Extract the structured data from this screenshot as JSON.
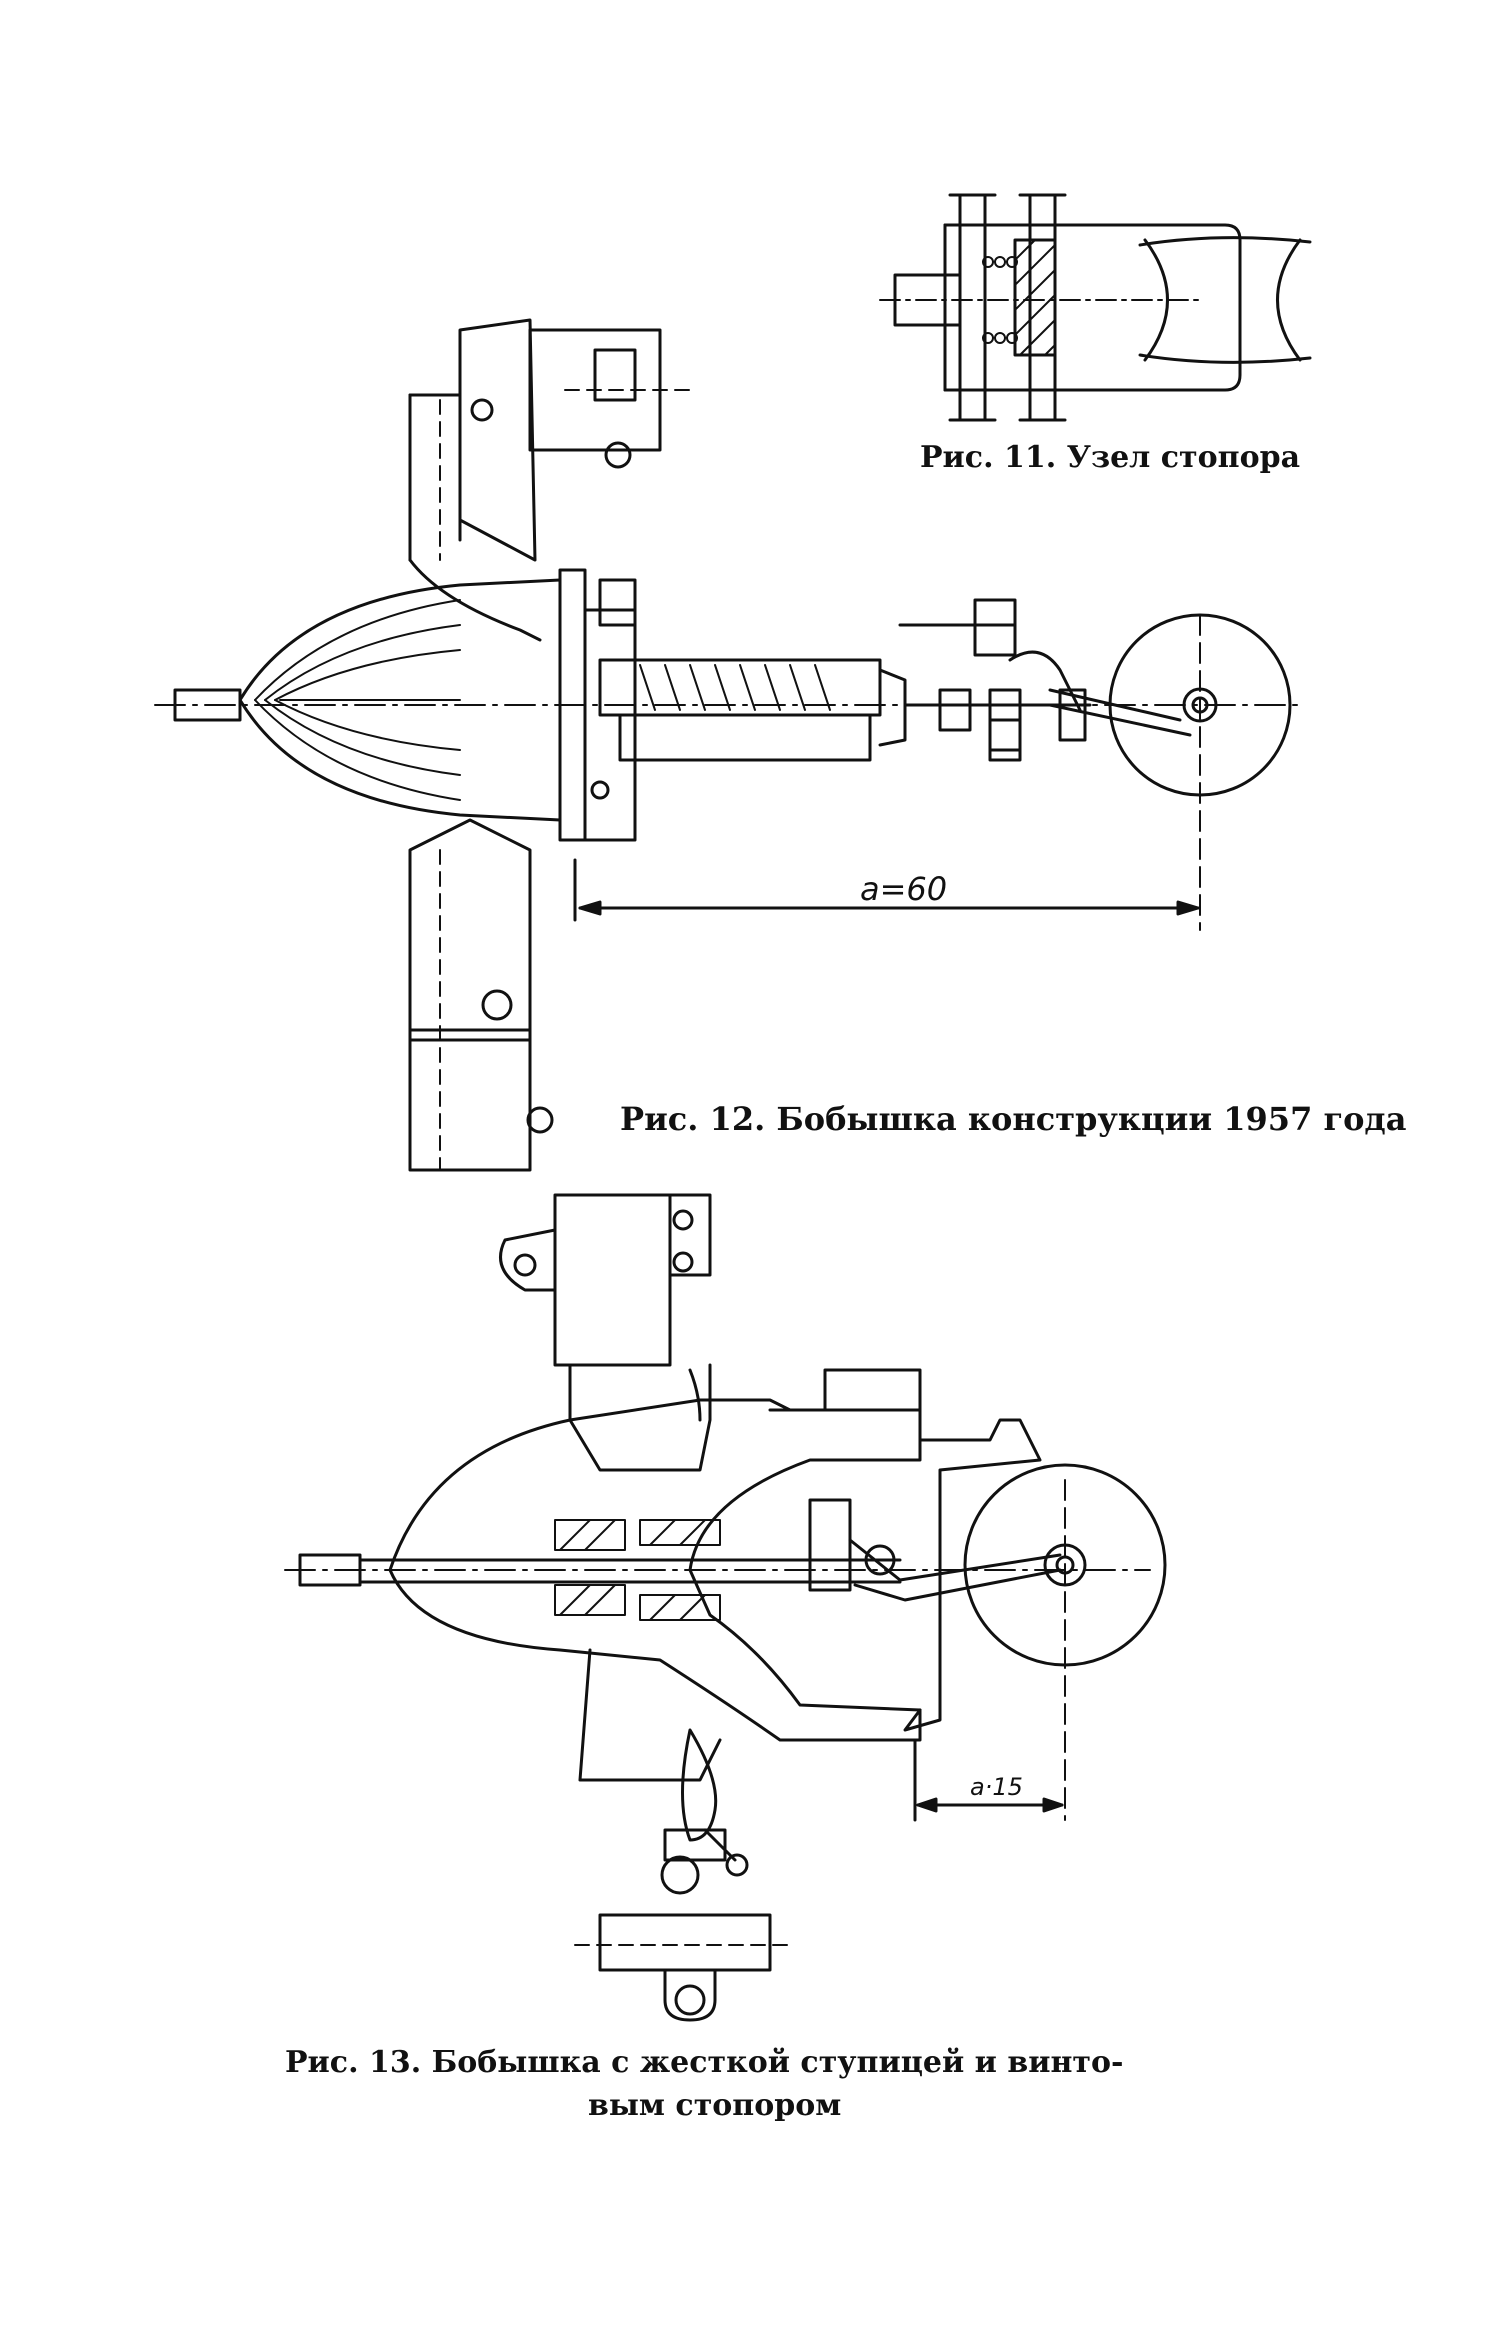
{
  "figures": {
    "fig11": {
      "caption": "Рис. 11. Узел стопора"
    },
    "fig12": {
      "caption": "Рис. 12. Бобышка конструкции 1957 года",
      "dimension": "a=60"
    },
    "fig13": {
      "caption_line1": "Рис. 13. Бобышка с жесткой ступицей и винто-",
      "caption_line2": "вым стопором",
      "dimension": "a·15"
    }
  },
  "colors": {
    "ink": "#111111",
    "paper": "#ffffff"
  }
}
